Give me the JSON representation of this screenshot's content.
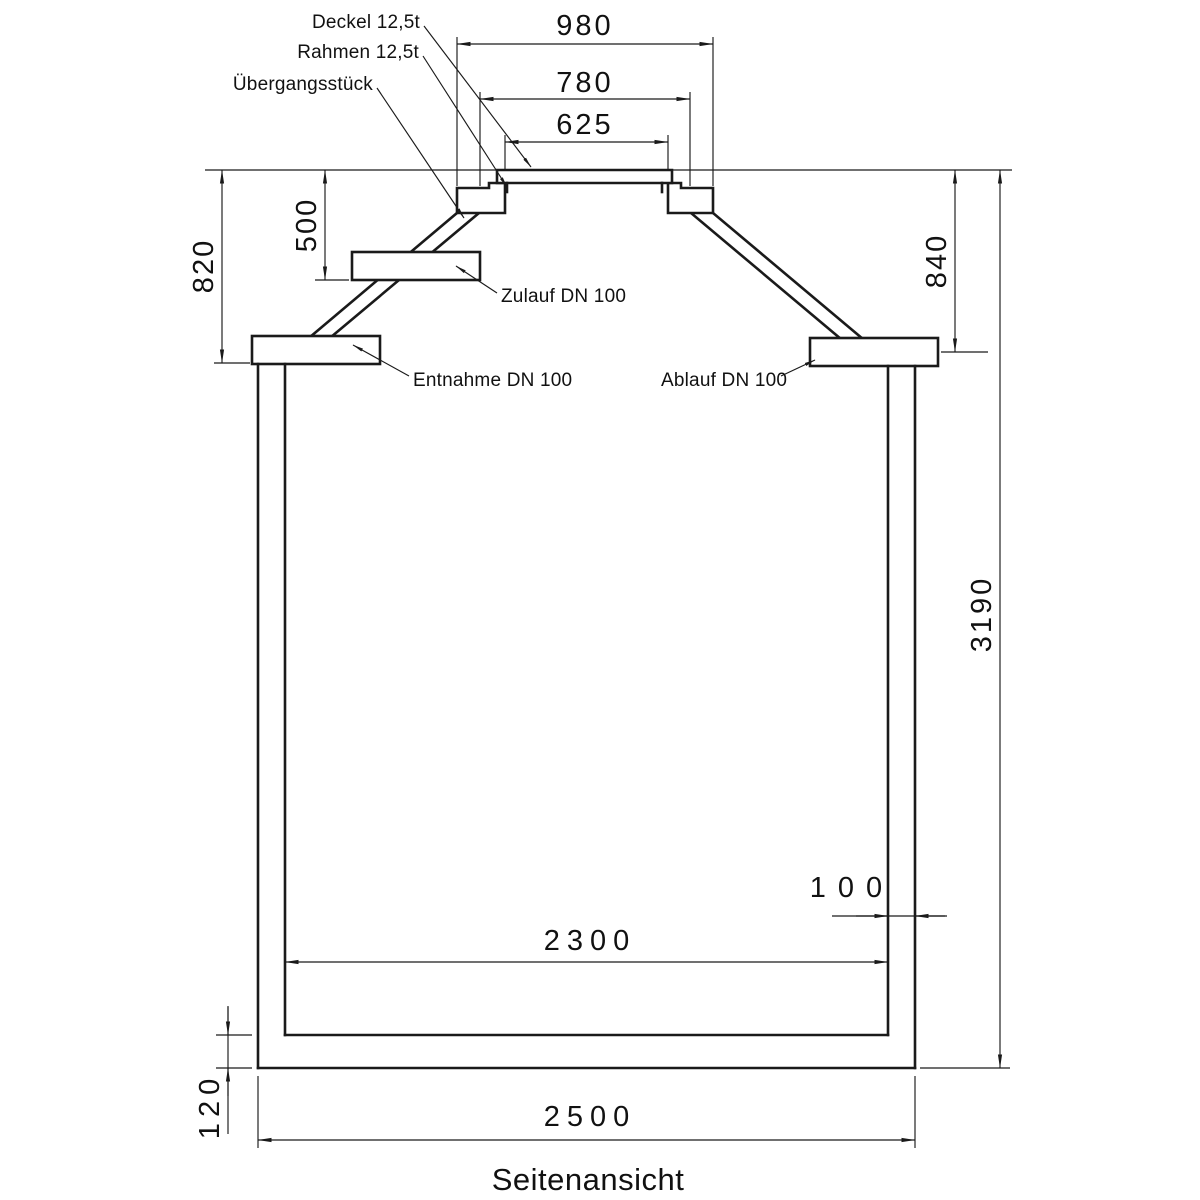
{
  "drawing": {
    "title": "Seitenansicht",
    "component_labels": {
      "deckel": "Deckel 12,5t",
      "rahmen": "Rahmen 12,5t",
      "uebergangsstueck": "Übergangsstück",
      "zulauf": "Zulauf DN 100",
      "entnahme": "Entnahme DN 100",
      "ablauf": "Ablauf DN 100"
    },
    "dimensions": {
      "cover_outer_width": "980",
      "frame_width": "780",
      "clear_opening": "625",
      "inlet_depth": "500",
      "left_shoulder_height": "820",
      "right_shoulder_height": "840",
      "total_height": "3190",
      "wall_thickness": "100",
      "inner_width": "2300",
      "outer_width": "2500",
      "floor_thickness": "120"
    },
    "colors": {
      "line": "#1a1a1a",
      "background": "#ffffff"
    }
  }
}
